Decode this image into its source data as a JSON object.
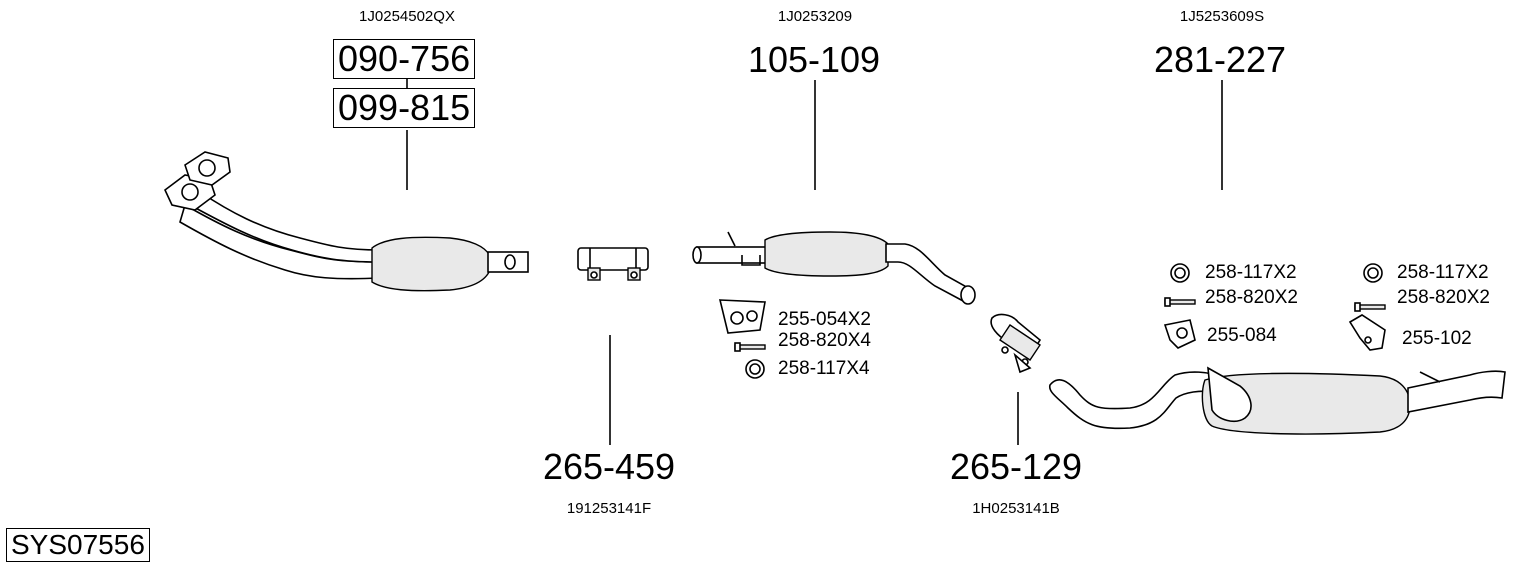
{
  "oem_numbers": {
    "cat_front": "1J0254502QX",
    "middle": "1J0253209",
    "rear": "1J5253609S",
    "clamp": "191253141F",
    "clamp2": "1H0253141B"
  },
  "parts": {
    "front_primary": "090-756",
    "front_alt": "099-815",
    "middle": "105-109",
    "rear": "281-227",
    "clamp": "265-459",
    "clamp2": "265-129"
  },
  "accessories": {
    "middle": [
      "255-054X2",
      "258-820X4",
      "258-117X4"
    ],
    "rear_left": [
      "258-117X2",
      "258-820X2",
      "255-084"
    ],
    "rear_right": [
      "258-117X2",
      "258-820X2",
      "255-102"
    ]
  },
  "system_id": "SYS07556"
}
